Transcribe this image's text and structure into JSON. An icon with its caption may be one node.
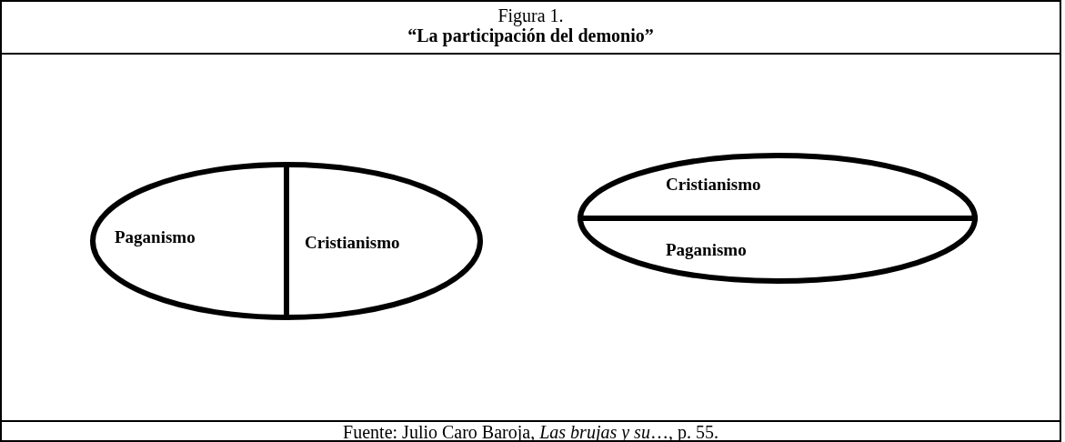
{
  "diagram": {
    "title": "“La participación del demonio”",
    "caption": "Fuente: Julio Caro Baroja, *Las brujas y su*…, p. 55.",
    "nodes": [
      {
        "text": [],
        "shape": "ellipse"
      },
      {
        "text": [
          "Paganismo"
        ],
        "in": 0
      },
      {
        "text": [
          "Cristianismo"
        ],
        "in": 0
      },
      {
        "text": [],
        "shape": "ellipse"
      },
      {
        "text": [
          "Cristianismo"
        ],
        "in": 3
      },
      {
        "text": [
          "Paganismo"
        ],
        "in": 3
      }
    ],
    "edges": [],
    "labels": [
      "Figura 1."
    ]
  }
}
